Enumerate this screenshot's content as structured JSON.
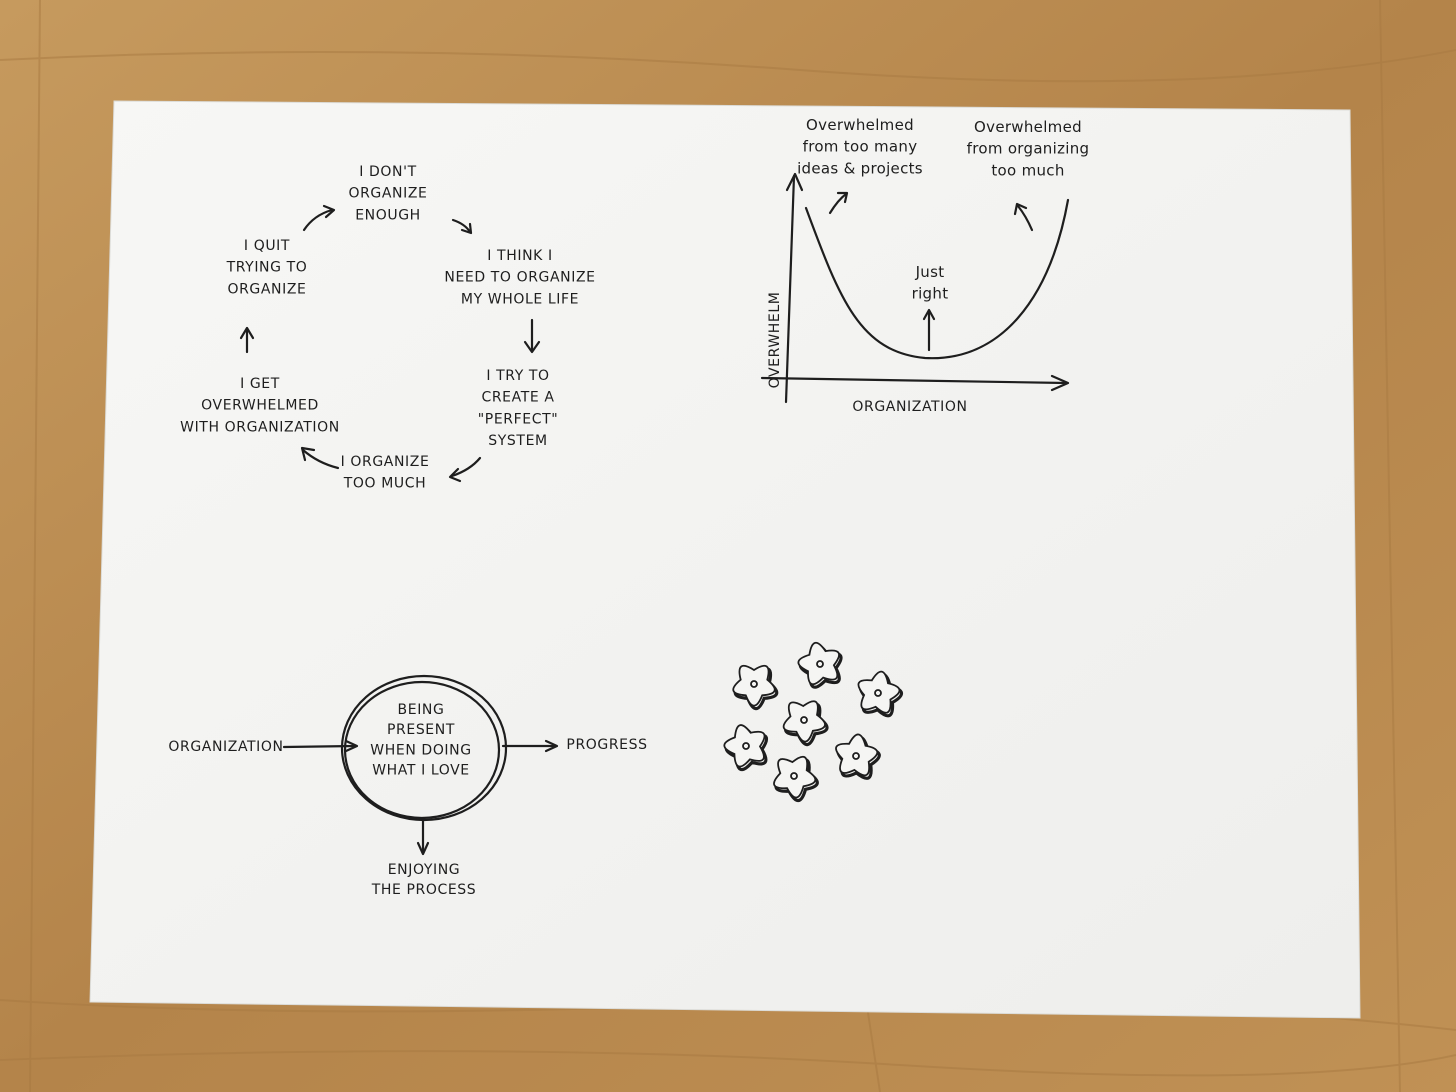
{
  "cycle": {
    "steps": [
      "I DON'T\nORGANIZE\nENOUGH",
      "I THINK I\nNEED TO ORGANIZE\nMY WHOLE LIFE",
      "I TRY TO\nCREATE A\n\"PERFECT\"\nSYSTEM",
      "I ORGANIZE\nTOO MUCH",
      "I GET\nOVERWHELMED\nWITH ORGANIZATION",
      "I QUIT\nTRYING TO\nORGANIZE"
    ]
  },
  "curve": {
    "left_note": "Overwhelmed\nfrom too many\nideas & projects",
    "right_note": "Overwhelmed\nfrom organizing\ntoo much",
    "middle_note": "Just\nright",
    "y_axis_label": "OVERWHELM",
    "x_axis_label": "ORGANIZATION"
  },
  "flow": {
    "center": "BEING\nPRESENT\nWHEN DOING\nWHAT I LOVE",
    "input": "ORGANIZATION",
    "output_right": "PROGRESS",
    "output_down": "ENJOYING\nTHE PROCESS"
  },
  "colors": {
    "wood": "#b98a4f",
    "paper": "#f4f4f2",
    "ink": "#1e1e1e"
  }
}
